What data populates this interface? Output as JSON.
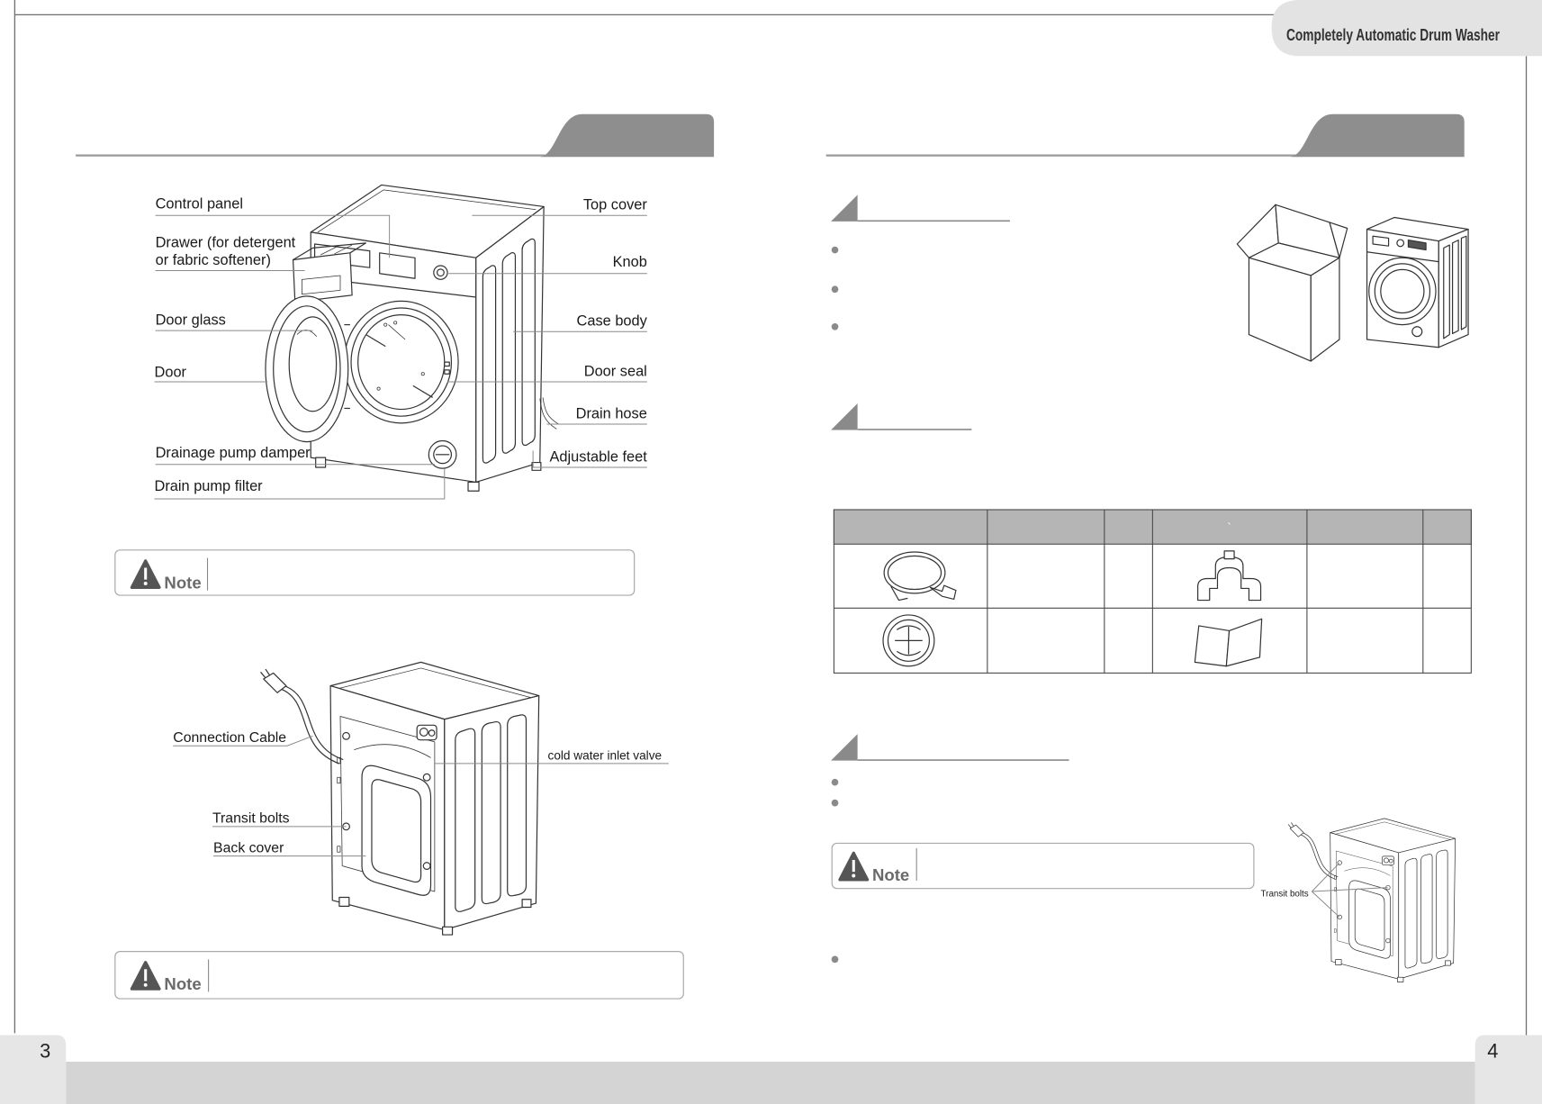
{
  "header": {
    "title": "Completely Automatic Drum Washer"
  },
  "front_diagram": {
    "labels": {
      "control_panel": "Control panel",
      "drawer_line1": "Drawer (for detergent",
      "drawer_line2": "or fabric softener)",
      "door_glass": "Door glass",
      "door": "Door",
      "drainage_pump_damper": "Drainage pump damper",
      "drain_pump_filter": "Drain pump filter",
      "top_cover": "Top cover",
      "knob": "Knob",
      "case_body": "Case body",
      "door_seal": "Door seal",
      "drain_hose": "Drain hose",
      "adjustable_feet": "Adjustable feet"
    }
  },
  "back_diagram": {
    "labels": {
      "connection_cable": "Connection Cable",
      "cold_water_inlet_valve": "cold water inlet valve",
      "transit_bolts": "Transit bolts",
      "back_cover": "Back cover"
    }
  },
  "notes": [
    {
      "label": "Note",
      "icon": "warning-icon"
    },
    {
      "label": "Note",
      "icon": "warning-icon"
    },
    {
      "label": "Note",
      "icon": "warning-icon"
    }
  ],
  "accessories_table": {
    "header_mark": "`",
    "icons": [
      "inlet-hose-icon",
      "hose-bend-support-icon",
      "blanking-plug-icon",
      "user-manual-icon"
    ]
  },
  "transit_bolts_callout": {
    "label": "Transit bolts"
  },
  "page_numbers": {
    "left": "3",
    "right": "4"
  },
  "colors": {
    "header_tab": "#e3e3e3",
    "section_tab": "#8e8e8e",
    "table_header": "#b5b5b5",
    "footer_band": "#d4d4d4",
    "page_tab": "#e6e6e6"
  }
}
